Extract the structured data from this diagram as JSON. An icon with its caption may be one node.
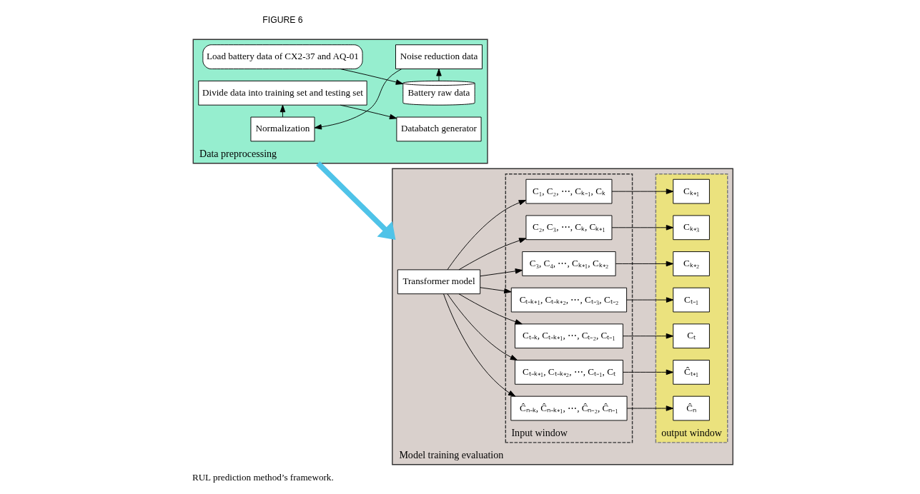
{
  "diagram": {
    "caption": "RUL prediction method’s framework.",
    "nodes": [
      {
        "text": [
          "Data preprocessing"
        ]
      },
      {
        "text": [
          "Load battery data of CX2-37 and AQ-01"
        ],
        "in": 0
      },
      {
        "text": [
          "Battery raw data"
        ],
        "in": 0
      },
      {
        "text": [
          "Noise reduction data"
        ],
        "in": 0
      },
      {
        "text": [
          "Normalization"
        ],
        "in": 0
      },
      {
        "text": [
          "Divide data into training set and testing set"
        ],
        "in": 0
      },
      {
        "text": [
          "Databatch generator"
        ],
        "in": 0
      },
      {
        "text": [
          "Model training evaluation"
        ]
      },
      {
        "text": [
          "Transformer model"
        ],
        "in": 7
      },
      {
        "text": [
          "Input window"
        ],
        "in": 7
      },
      {
        "text": [
          "C₁, C₂, ⋯, Cₖ₋₁, Cₖ"
        ],
        "in": 9
      },
      {
        "text": [
          "C₂, C₃, ⋯, Cₖ, Cₖ₊₁"
        ],
        "in": 9
      },
      {
        "text": [
          "C₃, C₄, ⋯, Cₖ₊₁, Cₖ₊₂"
        ],
        "in": 9
      },
      {
        "text": [
          "Cₜ₋ₖ₊₁, Cₜ₋ₖ₊₂, ⋯, Cₜ₋₃, Cₜ₋₂"
        ],
        "in": 9
      },
      {
        "text": [
          "Cₜ₋ₖ, Cₜ₋ₖ₊₁, ⋯, Cₜ₋₂, Cₜ₋₁"
        ],
        "in": 9
      },
      {
        "text": [
          "Cₜ₋ₖ₊₁, Cₜ₋ₖ₊₂, ⋯, Cₜ₋₁, Cₜ"
        ],
        "in": 9
      },
      {
        "text": [
          "Ĉₙ₋ₖ, Ĉₙ₋ₖ₊₁, ⋯, Ĉₙ₋₂, Ĉₙ₋₁"
        ],
        "in": 9
      },
      {
        "text": [
          "output window"
        ],
        "in": 7
      },
      {
        "text": [
          "Cₖ₊₁"
        ],
        "in": 17
      },
      {
        "text": [
          "Cₖ₊₃"
        ],
        "in": 17
      },
      {
        "text": [
          "Cₖ₊₂"
        ],
        "in": 17
      },
      {
        "text": [
          "Cₜ₋₁"
        ],
        "in": 17
      },
      {
        "text": [
          "Cₜ"
        ],
        "in": 17
      },
      {
        "text": [
          "Ĉₜ₊₁"
        ],
        "in": 17
      },
      {
        "text": [
          "Ĉₙ"
        ],
        "in": 17
      }
    ],
    "edges": [
      {
        "from": 1,
        "to": 2,
        "arrow": "to"
      },
      {
        "from": 2,
        "to": 3,
        "arrow": "to"
      },
      {
        "from": 3,
        "to": 4,
        "arrow": "to"
      },
      {
        "from": 4,
        "to": 5,
        "arrow": "to"
      },
      {
        "from": 5,
        "to": 6,
        "arrow": "to"
      },
      {
        "from": 0,
        "to": 7,
        "arrow": "to",
        "style": "thick",
        "color": "#4fc3e8"
      },
      {
        "from": 8,
        "to": 10,
        "arrow": "to"
      },
      {
        "from": 8,
        "to": 11,
        "arrow": "to"
      },
      {
        "from": 8,
        "to": 12,
        "arrow": "to"
      },
      {
        "from": 8,
        "to": 13,
        "arrow": "to"
      },
      {
        "from": 8,
        "to": 14,
        "arrow": "to"
      },
      {
        "from": 8,
        "to": 15,
        "arrow": "to"
      },
      {
        "from": 8,
        "to": 16,
        "arrow": "to"
      },
      {
        "from": 10,
        "to": 18,
        "arrow": "to"
      },
      {
        "from": 11,
        "to": 19,
        "arrow": "to"
      },
      {
        "from": 12,
        "to": 20,
        "arrow": "to"
      },
      {
        "from": 13,
        "to": 21,
        "arrow": "to"
      },
      {
        "from": 14,
        "to": 22,
        "arrow": "to"
      },
      {
        "from": 15,
        "to": 23,
        "arrow": "to"
      },
      {
        "from": 16,
        "to": 24,
        "arrow": "to"
      }
    ],
    "labels": [
      "FIGURE 6"
    ]
  }
}
